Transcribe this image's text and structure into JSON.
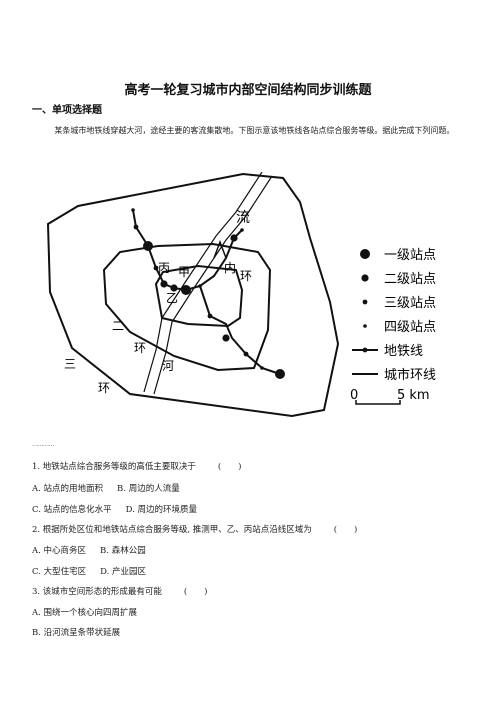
{
  "title": "高考一轮复习城市内部空间结构同步训练题",
  "section_heading": "一、单项选择题",
  "intro": "某条城市地铁线穿越大河，途经主要的客流集散地。下图示意该地铁线各站点综合服务等级。据此完成下列问题。",
  "map": {
    "labels": {
      "river": "流",
      "river2": "河",
      "inner_ring_1": "内",
      "inner_ring_2": "环",
      "second_ring_1": "二",
      "second_ring_2": "环",
      "third_ring_1": "三",
      "third_ring_2": "环",
      "jia": "甲",
      "yi": "乙",
      "bing": "丙"
    },
    "legend": [
      {
        "label": "一级站点",
        "symbol": "grade1"
      },
      {
        "label": "二级站点",
        "symbol": "grade2"
      },
      {
        "label": "三级站点",
        "symbol": "grade3"
      },
      {
        "label": "四级站点",
        "symbol": "grade4"
      },
      {
        "label": "地铁线",
        "symbol": "metro-line"
      },
      {
        "label": "城市环线",
        "symbol": "ring-road"
      }
    ],
    "scale": {
      "zero": "0",
      "distance": "5 km"
    }
  },
  "separator": "…………",
  "questions": [
    {
      "stem": "1. 地铁站点综合服务等级的高低主要取决于",
      "bracket": "(　　)",
      "options": [
        [
          "A. 站点的用地面积",
          "B. 周边的人流量"
        ],
        [
          "C. 站点的信息化水平",
          "D. 周边的环境质量"
        ]
      ]
    },
    {
      "stem": "2. 根据所处区位和地铁站点综合服务等级, 推测甲、乙、丙站点沿线区域为",
      "bracket": "(　　)",
      "options": [
        [
          "A. 中心商务区",
          "B. 森林公园"
        ],
        [
          "C. 大型住宅区",
          "D. 产业园区"
        ]
      ]
    },
    {
      "stem": "3. 该城市空间形态的形成最有可能",
      "bracket": "(　　)",
      "options": [
        [
          "A. 围绕一个核心向四周扩展"
        ],
        [
          "B. 沿河流呈条带状延展"
        ]
      ]
    }
  ]
}
